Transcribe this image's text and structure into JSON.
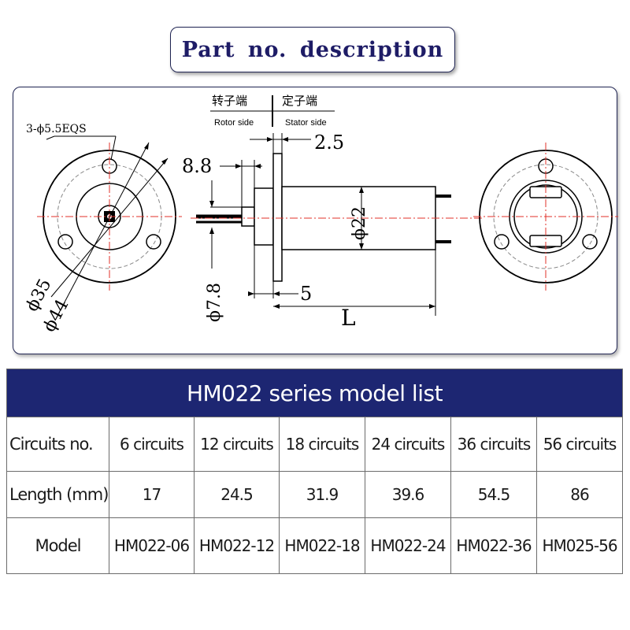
{
  "title": "Part no. description",
  "drawing": {
    "rotor_cn": "转子端",
    "rotor_en": "Rotor side",
    "stator_cn": "定子端",
    "stator_en": "Stator side",
    "hole_spec": "3-ϕ5.5EQS",
    "dim_d35": "ϕ35",
    "dim_d44": "ϕ44",
    "dim_2_5": "2.5",
    "dim_8_8": "8.8",
    "dim_d22": "ϕ22",
    "dim_d7_8": "ϕ7.8",
    "dim_5": "5",
    "dim_L": "L"
  },
  "table": {
    "title": "HM022 series model list",
    "rows": [
      {
        "label": "Circuits no.",
        "cells": [
          "6 circuits",
          "12 circuits",
          "18 circuits",
          "24 circuits",
          "36 circuits",
          "56 circuits"
        ]
      },
      {
        "label": "Length (mm)",
        "cells": [
          "17",
          "24.5",
          "31.9",
          "39.6",
          "54.5",
          "86"
        ]
      },
      {
        "label": "Model",
        "cells": [
          "HM022-06",
          "HM022-12",
          "HM022-18",
          "HM022-24",
          "HM022-36",
          "HM025-56"
        ]
      }
    ]
  },
  "colors": {
    "header_bg": "#1d2672",
    "title_text": "#1e1c66",
    "center_line": "#e0302a"
  }
}
